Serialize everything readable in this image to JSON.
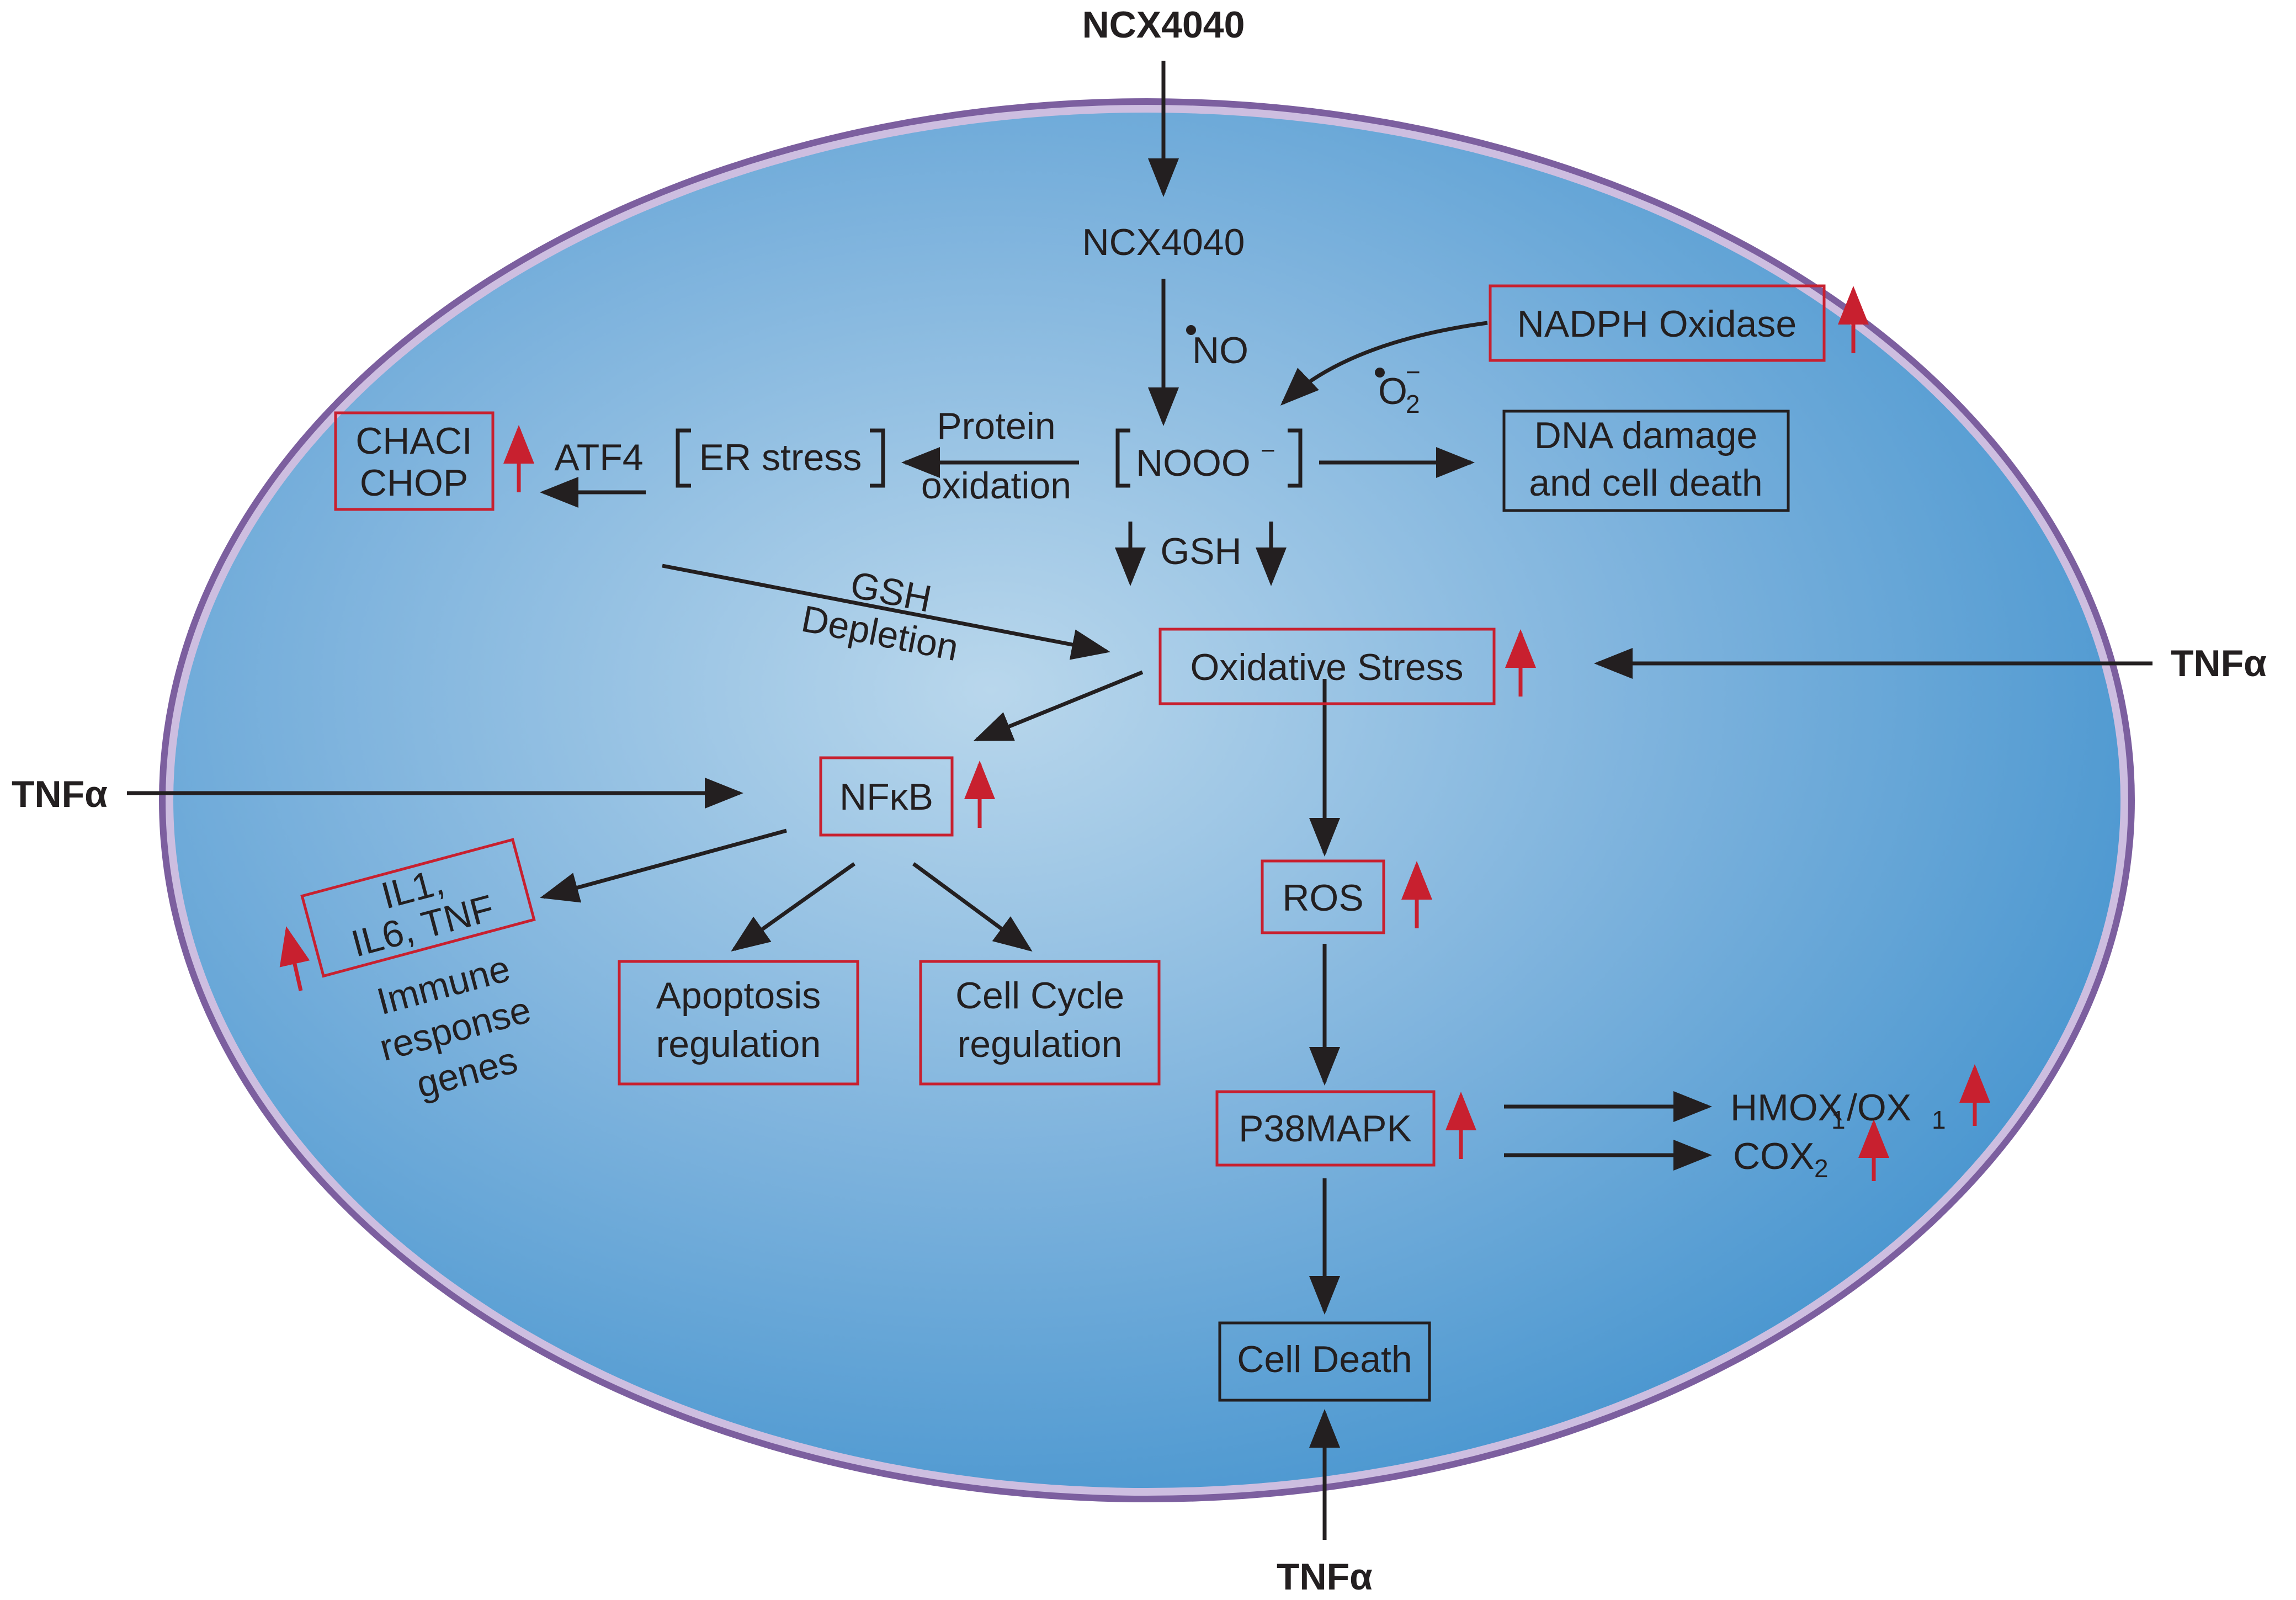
{
  "colors": {
    "cell_fill_center": "#b9d7ec",
    "cell_fill_edge": "#4b97d0",
    "membrane_outer": "#7c5f9f",
    "membrane_inner": "#cdbee0",
    "red_box": "#c8202f",
    "text": "#231f20"
  },
  "icons": {
    "increase_marker": "red-up-arrow",
    "flow_arrow": "black-arrow"
  },
  "labels": {
    "ncx_outside": "NCX4040",
    "ncx_inside": "NCX4040",
    "no": "NO",
    "o2": "O",
    "o2_sub": "2",
    "o2_sup": "−",
    "noooo": "NOOO",
    "noooo_sup": "−",
    "protein": "Protein",
    "oxidation": "oxidation",
    "er_stress": "ER stress",
    "atf4": "ATF4",
    "chaci": "CHACI",
    "chop": "CHOP",
    "dna1": "DNA damage",
    "dna2": "and cell death",
    "nadph": "NADPH Oxidase",
    "gsh": "GSH",
    "gsh_dep1": "GSH",
    "gsh_dep2": "Depletion",
    "ox_stress": "Oxidative Stress",
    "tnf_right": "TNFα",
    "tnf_left": "TNFα",
    "tnf_bottom": "TNFα",
    "nfkb": "NFκB",
    "il_1": "IL1,",
    "il_2": "IL6, TNF",
    "immune1": "Immune",
    "immune2": "response",
    "immune3": "genes",
    "apop1": "Apoptosis",
    "apop2": "regulation",
    "cc1": "Cell Cycle",
    "cc2": "regulation",
    "ros": "ROS",
    "p38": "P38MAPK",
    "hmox_a": "HMOX",
    "hmox_s1": "1",
    "hmox_b": "/OX",
    "hmox_s2": "1",
    "cox": "COX",
    "cox_sub": "2",
    "cell_death": "Cell Death"
  }
}
